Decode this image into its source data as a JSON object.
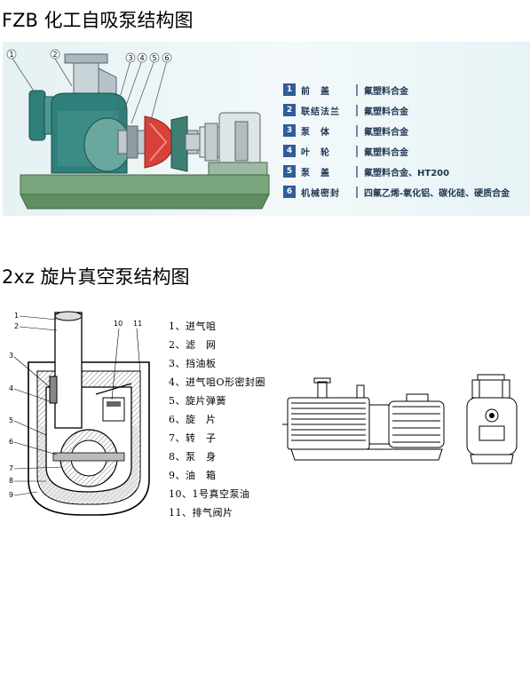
{
  "fzb": {
    "title": "FZB 化工自吸泵结构图",
    "callouts": [
      "1",
      "2",
      "3",
      "4",
      "5",
      "6"
    ],
    "legend": [
      {
        "num": "1",
        "name": "前　盖",
        "material": "氟塑料合金"
      },
      {
        "num": "2",
        "name": "联结法兰",
        "material": "氟塑料合金"
      },
      {
        "num": "3",
        "name": "泵　体",
        "material": "氟塑料合金"
      },
      {
        "num": "4",
        "name": "叶　轮",
        "material": "氟塑料合金"
      },
      {
        "num": "5",
        "name": "泵　盖",
        "material": "氟塑料合金、HT200"
      },
      {
        "num": "6",
        "name": "机械密封",
        "material": "四氟乙烯-氧化铝、碳化硅、硬质合金"
      }
    ],
    "colors": {
      "legend_badge": "#2f5d99",
      "pump_body": "#2f7f7a",
      "impeller": "#d8413a",
      "base": "#7aa67d"
    }
  },
  "xz": {
    "title": "2xz 旋片真空泵结构图",
    "callouts": [
      "1",
      "2",
      "3",
      "4",
      "5",
      "6",
      "7",
      "8",
      "9",
      "10",
      "11"
    ],
    "parts": [
      "1、进气咀",
      "2、滤　网",
      "3、挡油板",
      "4、进气咀O形密封圈",
      "5、旋片弹簧",
      "6、旋　片",
      "7、转　子",
      "8、泵　身",
      "9、油　箱",
      "10、1号真空泵油",
      "11、排气阀片"
    ]
  }
}
